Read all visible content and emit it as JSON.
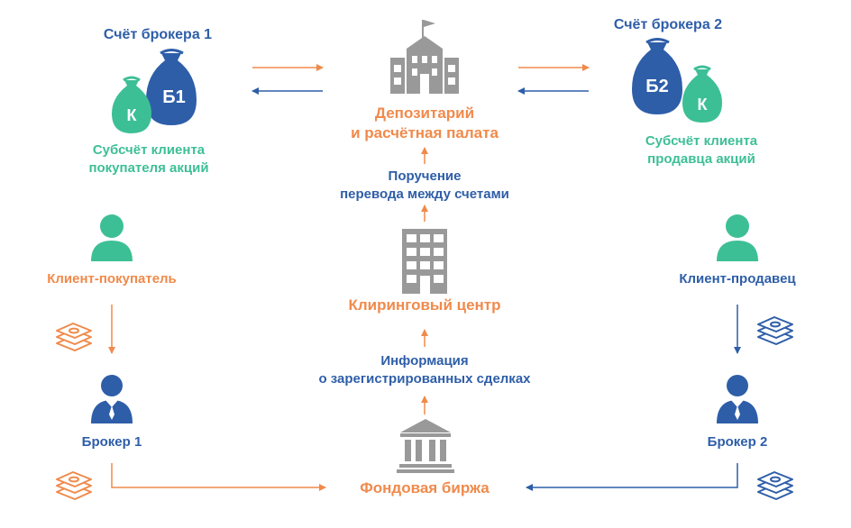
{
  "colors": {
    "blue": "#2e5ea8",
    "orange": "#f08a4b",
    "green": "#3dbf96",
    "gray": "#999999"
  },
  "broker1_account": {
    "title": "Счёт брокера 1",
    "bag_large_label": "Б1",
    "bag_small_label": "К",
    "subaccount_line1": "Субсчёт клиента",
    "subaccount_line2": "покупателя акций"
  },
  "broker2_account": {
    "title": "Счёт брокера 2",
    "bag_large_label": "Б2",
    "bag_small_label": "К",
    "subaccount_line1": "Субсчёт клиента",
    "subaccount_line2": "продавца акций"
  },
  "depository": {
    "line1": "Депозитарий",
    "line2": "и расчётная палата",
    "icon": "school-building-icon"
  },
  "transfer_order": {
    "line1": "Поручение",
    "line2": "перевода между счетами"
  },
  "clearing_center": {
    "label": "Клиринговый центр",
    "icon": "office-building-icon"
  },
  "deals_info": {
    "line1": "Информация",
    "line2": "о зарегистрированных сделках"
  },
  "stock_exchange": {
    "label": "Фондовая биржа",
    "icon": "bank-columns-icon"
  },
  "buyer_client": {
    "label": "Клиент-покупатель",
    "icon": "person-icon"
  },
  "seller_client": {
    "label": "Клиент-продавец",
    "icon": "person-icon"
  },
  "broker1": {
    "label": "Брокер 1",
    "icon": "business-person-icon"
  },
  "broker2": {
    "label": "Брокер 2",
    "icon": "business-person-icon"
  },
  "money_icon": "money-stack-icon"
}
